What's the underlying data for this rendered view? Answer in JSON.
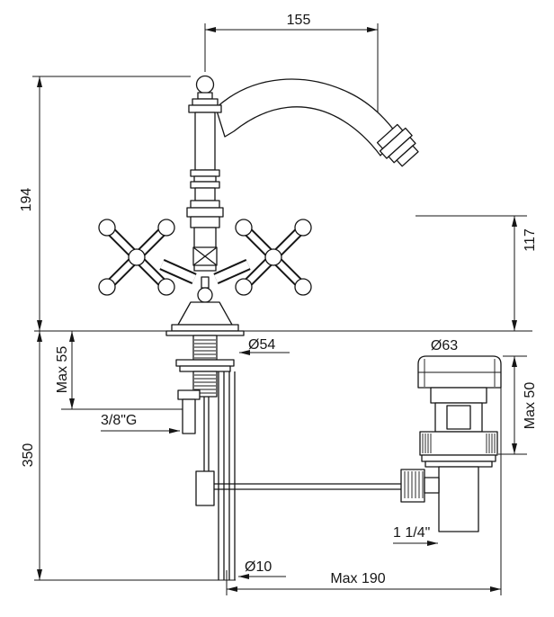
{
  "page": {
    "title": "Bidet mixer tap - dimensional technical drawing",
    "background": "#ffffff",
    "line_color": "#161616"
  },
  "dimensions": {
    "top_width": "155",
    "total_height": "194",
    "spout_outlet_height": "117",
    "max_deck_thickness": "Max 55",
    "supply_hose_length": "350",
    "base_diameter": "Ø54",
    "waste_flange_diameter": "Ø63",
    "waste_body_height": "Max 50",
    "supply_thread": "3/8\"G",
    "waste_thread": "1 1/4\"",
    "hose_diameter": "Ø10",
    "max_rod_reach": "Max 190"
  }
}
